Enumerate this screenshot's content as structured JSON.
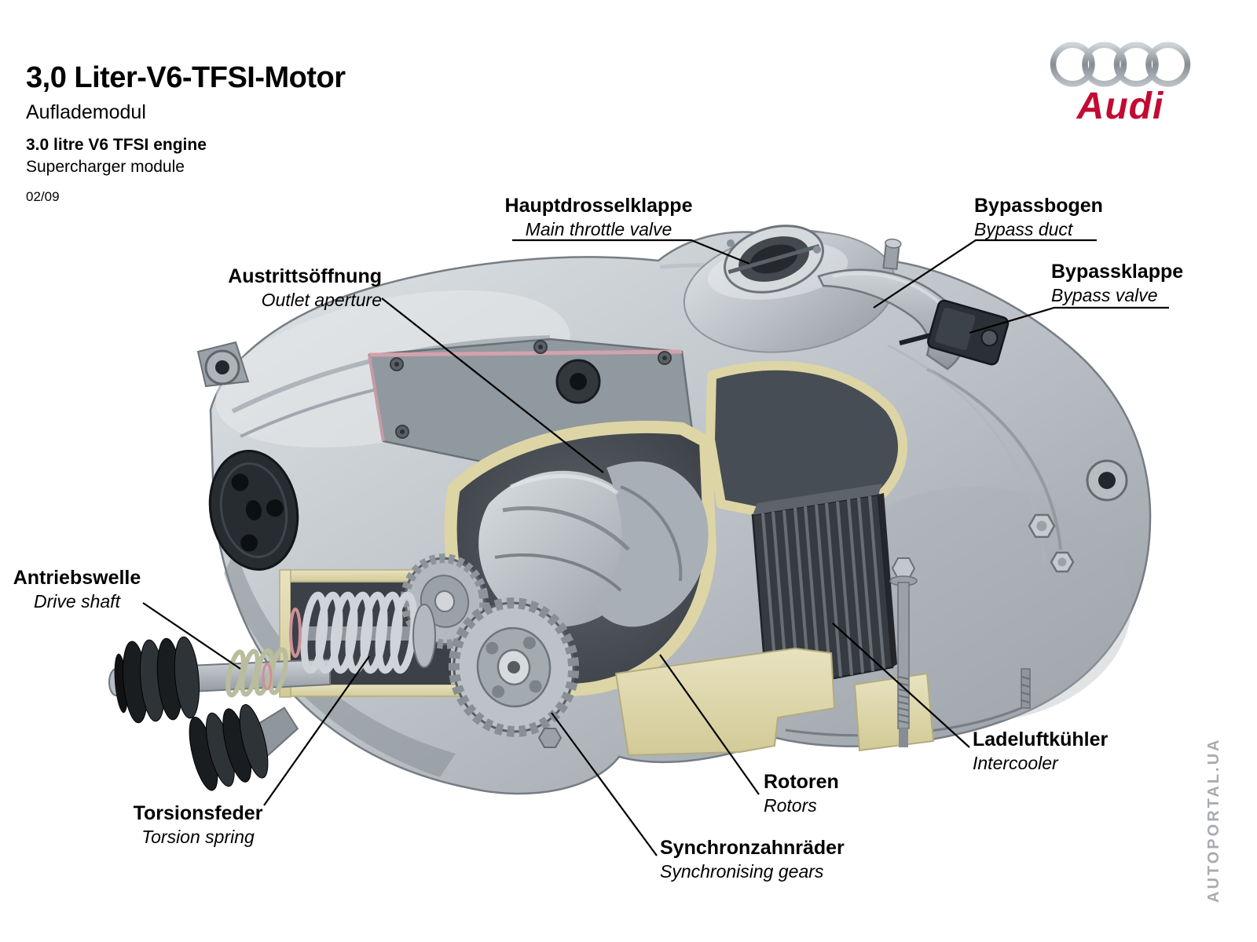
{
  "header": {
    "title_de": "3,0 Liter-V6-TFSI-Motor",
    "subtitle_de": "Auflademodul",
    "title_en": "3.0 litre V6 TFSI engine",
    "subtitle_en": "Supercharger module",
    "date_code": "02/09"
  },
  "brand": {
    "wordmark": "Audi",
    "wordmark_color": "#c20a33",
    "logo_icon": "audi-rings-icon"
  },
  "watermark": {
    "text": "AUTOPORTAL.UA"
  },
  "diagram": {
    "colors": {
      "housing_metal": "#c3c8cd",
      "cut_surface": "#ddd5a5",
      "cavity_dark": "#41474d",
      "gasket_pink": "#cf8f9a",
      "leader_line": "#000000"
    },
    "labels": [
      {
        "id": "main-throttle-valve",
        "de": "Hauptdrosselklappe",
        "en": "Main throttle valve"
      },
      {
        "id": "bypass-duct",
        "de": "Bypassbogen",
        "en": "Bypass duct"
      },
      {
        "id": "bypass-valve",
        "de": "Bypassklappe",
        "en": "Bypass valve"
      },
      {
        "id": "outlet-aperture",
        "de": "Austrittsöffnung",
        "en": "Outlet aperture"
      },
      {
        "id": "drive-shaft",
        "de": "Antriebswelle",
        "en": "Drive shaft"
      },
      {
        "id": "torsion-spring",
        "de": "Torsionsfeder",
        "en": "Torsion spring"
      },
      {
        "id": "rotors",
        "de": "Rotoren",
        "en": "Rotors"
      },
      {
        "id": "synchronising-gears",
        "de": "Synchronzahnräder",
        "en": "Synchronising gears"
      },
      {
        "id": "intercooler",
        "de": "Ladeluftkühler",
        "en": "Intercooler"
      }
    ]
  }
}
